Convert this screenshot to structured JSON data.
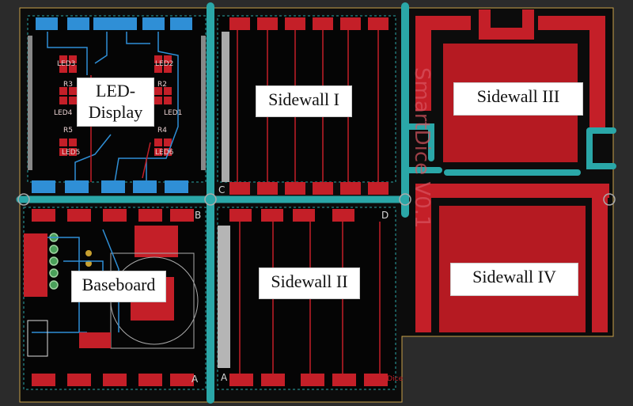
{
  "colors": {
    "background": "#2b2b2b",
    "board": "#0c0c0c",
    "copper_red": "#c41f28",
    "pad_blue": "#2f8fd6",
    "fold_line": "#2aa7a8",
    "wall_fill": "#b51a22"
  },
  "panels": [
    {
      "key": "led",
      "label": "LED-\nDisplay"
    },
    {
      "key": "sw1",
      "label": "Sidewall I"
    },
    {
      "key": "sw2",
      "label": "Sidewall II"
    },
    {
      "key": "sw3",
      "label": "Sidewall III"
    },
    {
      "key": "sw4",
      "label": "Sidewall IV"
    },
    {
      "key": "base",
      "label": "Baseboard"
    }
  ],
  "silkscreen": {
    "led_refs": [
      "LED3",
      "LED2",
      "R3",
      "R2",
      "LED4",
      "LED1",
      "R5",
      "R4",
      "LED5",
      "LED6"
    ],
    "corners": [
      "C",
      "A",
      "B",
      "D",
      "A"
    ],
    "watermark": "SmartDice V0.1",
    "small_text": "SmartDice"
  },
  "icons": {
    "fold_marker": "circle-node",
    "mount_hole": "circle-outline"
  }
}
